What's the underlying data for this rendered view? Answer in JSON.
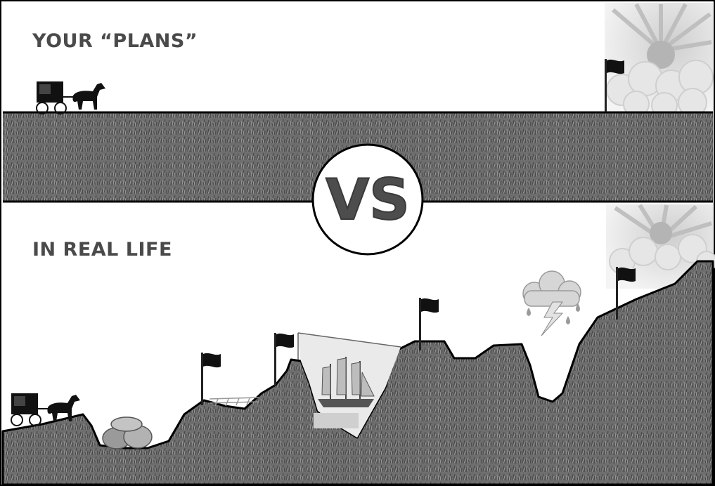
{
  "top_panel": {
    "title": "YOUR “PLANS”"
  },
  "bottom_panel": {
    "title": "IN REAL LIFE"
  },
  "badge": {
    "text": "VS"
  },
  "colors": {
    "heading": "#4a4a4a",
    "grass_dark": "#5a5a5a",
    "grass_light": "#8a8a8a",
    "outline": "#000000",
    "badge_text": "#4d4d4d"
  },
  "icons": {
    "carriage": "horse-and-buggy-icon",
    "flag": "flag-icon",
    "sun": "sun-icon",
    "clouds": "clouds-icon",
    "storm": "storm-cloud-icon",
    "rocks": "rocks-icon",
    "ship": "sailing-ship-icon",
    "bridge": "bridge-icon"
  }
}
